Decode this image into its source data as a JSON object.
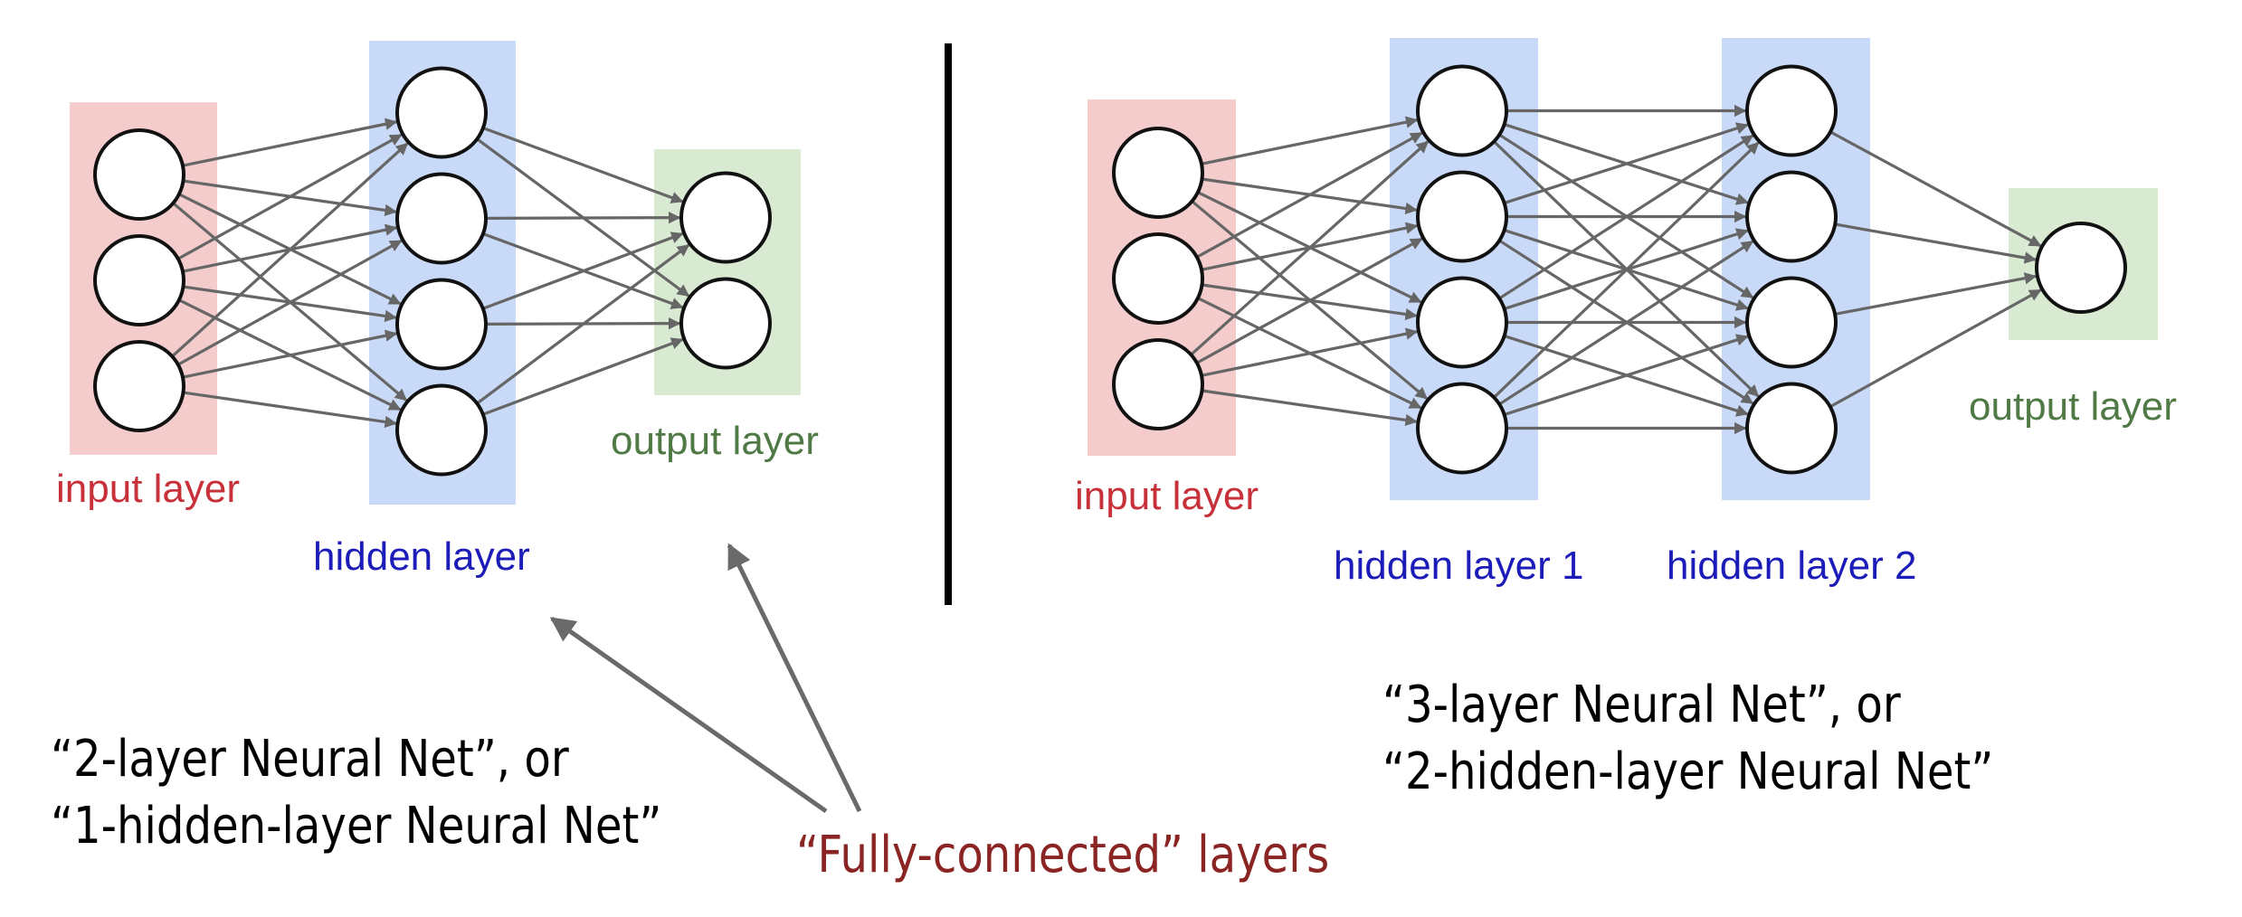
{
  "colors": {
    "input_box": "#f4cccc",
    "hidden_box": "#c9daf8",
    "output_box": "#d9ead3",
    "input_label": "#c8303a",
    "hidden_label": "#1c1cb8",
    "output_label": "#4f7a45",
    "edge": "#666666",
    "node_stroke": "#111111",
    "divider": "#000000",
    "pointer": "#6a6a6a",
    "caption": "#000000",
    "fc_caption": "#8b2523"
  },
  "left_network": {
    "layers": [
      {
        "role": "input",
        "label": "input layer",
        "neurons": 3
      },
      {
        "role": "hidden",
        "label": "hidden layer",
        "neurons": 4
      },
      {
        "role": "output",
        "label": "output layer",
        "neurons": 2
      }
    ],
    "caption_lines": [
      "“2-layer Neural Net”, or",
      "“1-hidden-layer Neural Net”"
    ]
  },
  "right_network": {
    "layers": [
      {
        "role": "input",
        "label": "input layer",
        "neurons": 3
      },
      {
        "role": "hidden",
        "label": "hidden layer 1",
        "neurons": 4
      },
      {
        "role": "hidden",
        "label": "hidden layer 2",
        "neurons": 4
      },
      {
        "role": "output",
        "label": "output layer",
        "neurons": 1
      }
    ],
    "caption_lines": [
      "“3-layer Neural Net”, or",
      "“2-hidden-layer Neural Net”"
    ]
  },
  "annotation": {
    "label": "“Fully-connected” layers",
    "points_to": [
      "hidden layer",
      "output layer"
    ]
  }
}
